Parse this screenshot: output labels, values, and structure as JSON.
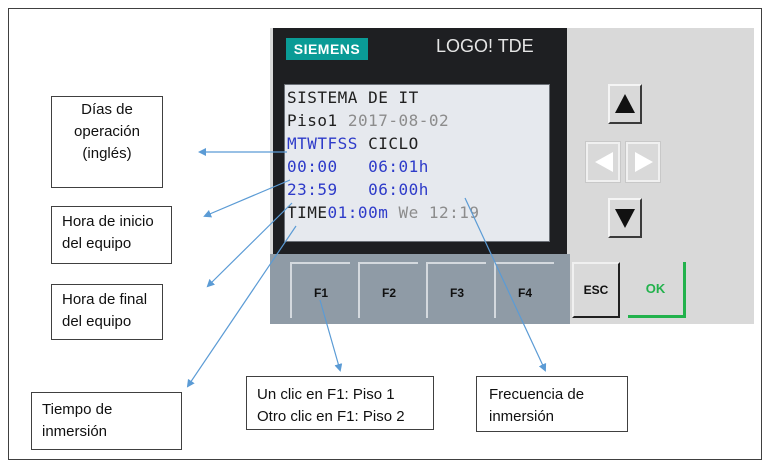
{
  "device": {
    "brand": "SIEMENS",
    "model": "LOGO! TDE",
    "screen": {
      "line1": "SISTEMA DE IT",
      "line2_a": "Piso1",
      "line2_b": "2017-08-02",
      "line3_a": "MTWTFSS",
      "line3_b": "CICLO",
      "line4_a": "00:00",
      "line4_b": "06:01h",
      "line5_a": "23:59",
      "line5_b": "06:00h",
      "line6_a": "TIME",
      "line6_b": "01:00m",
      "line6_c": "We",
      "line6_d": "12:19"
    },
    "function_keys": [
      "F1",
      "F2",
      "F3",
      "F4"
    ],
    "esc_label": "ESC",
    "ok_label": "OK",
    "arrow_icons": [
      "up-arrow-icon",
      "left-arrow-icon",
      "right-arrow-icon",
      "down-arrow-icon"
    ]
  },
  "callouts": {
    "dias": "Días de operación (inglés)",
    "hora_inicio": "Hora de inicio del equipo",
    "hora_final": "Hora de final del equipo",
    "tiempo": "Tiempo de inmersión",
    "f1_line1": "Un clic en F1: Piso 1",
    "f1_line2": "Otro clic en F1: Piso 2",
    "frecuencia": "Frecuencia de inmersión"
  },
  "colors": {
    "brand_badge": "#0a9b96",
    "lcd_blue": "#2e3bc9",
    "ok_green": "#22b24c",
    "connector": "#5b9bd5"
  }
}
